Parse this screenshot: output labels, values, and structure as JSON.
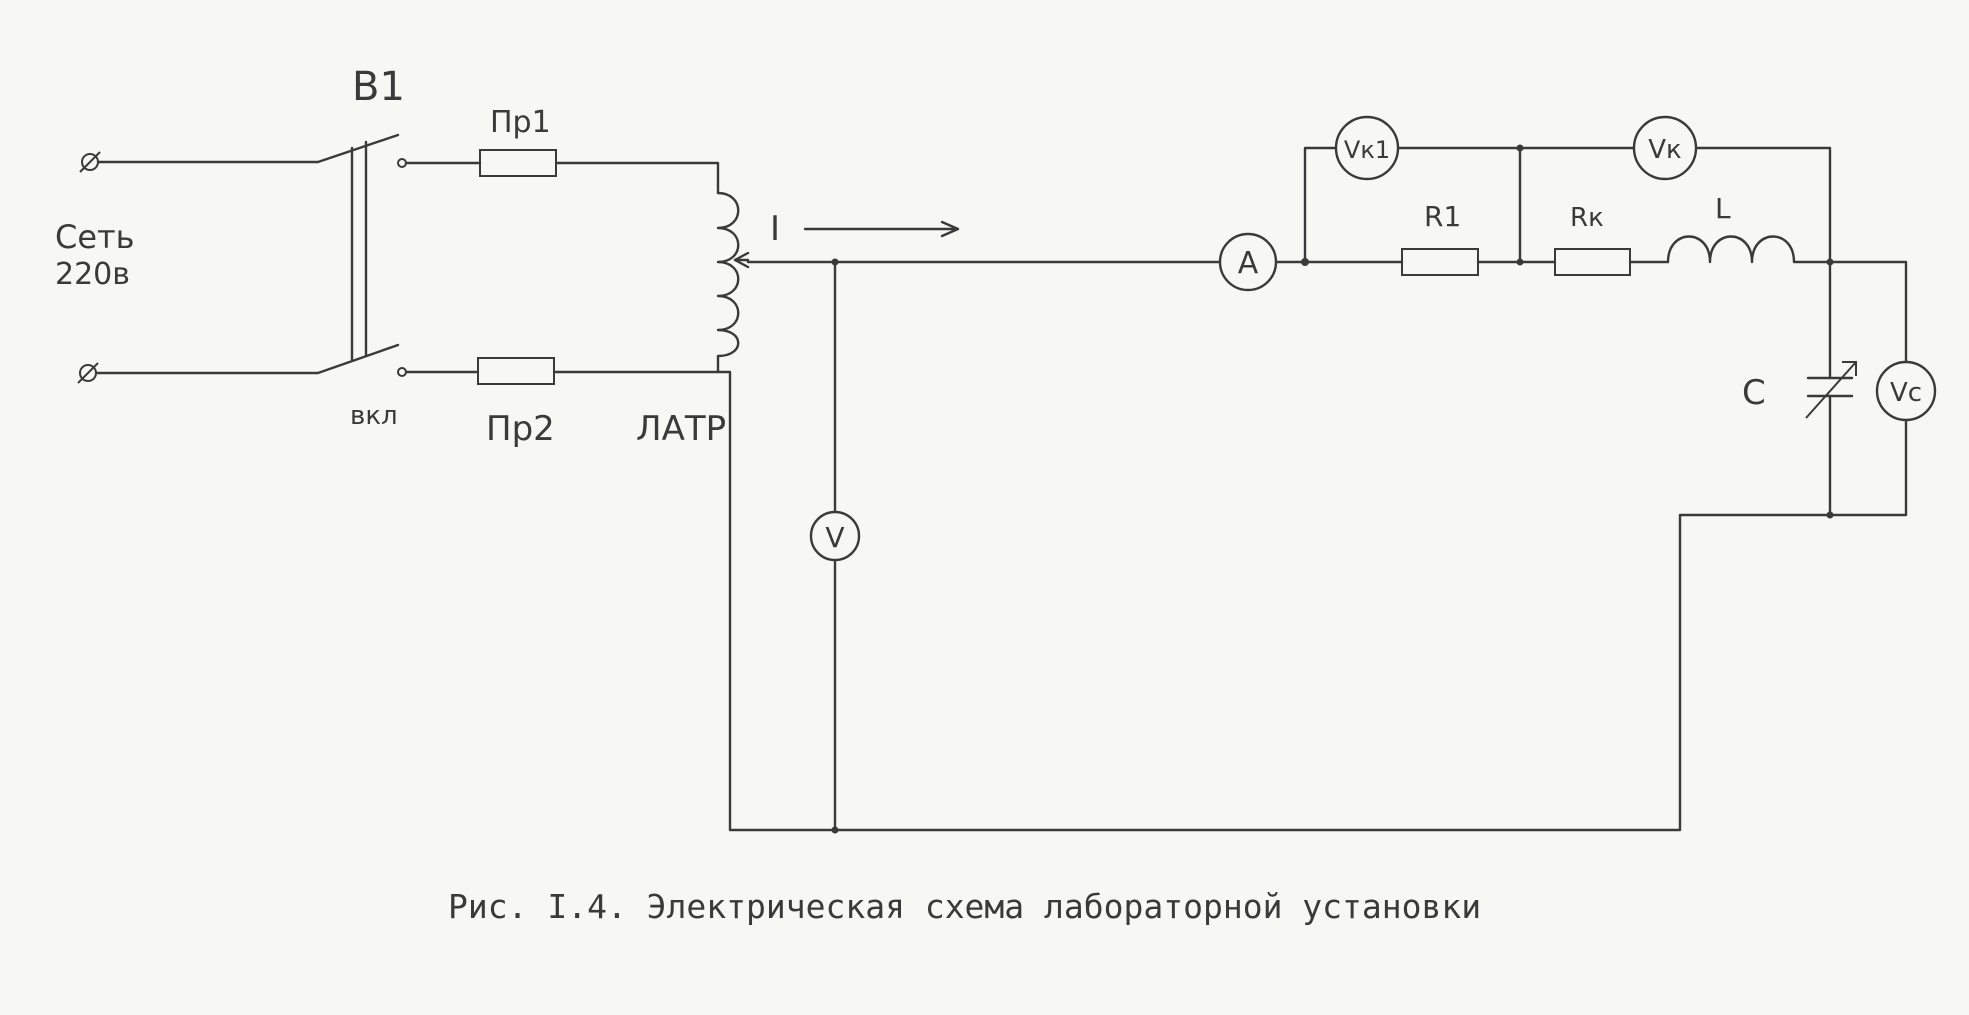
{
  "labels": {
    "switch": "В1",
    "fuse1": "Пр1",
    "fuse2": "Пр2",
    "mains": "Сеть",
    "voltage": "220в",
    "on": "вкл",
    "autotransformer": "ЛАТР",
    "current": "I",
    "resistor1": "R1",
    "coil_resistance": "Rк",
    "inductor": "L",
    "capacitor": "C"
  },
  "meters": {
    "ammeter": "A",
    "voltmeter": "V",
    "v_k1": "Vк1",
    "v_k": "Vк",
    "v_c": "Vc"
  },
  "caption": "Рис. I.4. Электрическая схема лабораторной установки"
}
